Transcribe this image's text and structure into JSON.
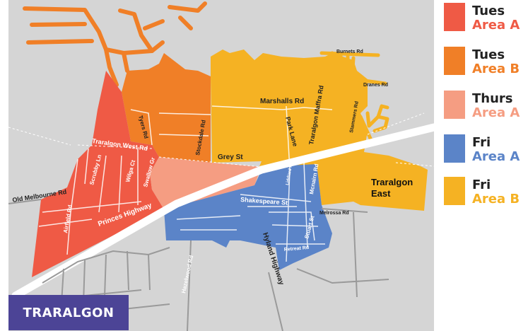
{
  "legend": [
    {
      "day": "Tues",
      "area": "Area A",
      "color": "#ef5a45",
      "text_color": "#ef5a45"
    },
    {
      "day": "Tues",
      "area": "Area B",
      "color": "#f07f27",
      "text_color": "#f07f27"
    },
    {
      "day": "Thurs",
      "area": "Area A",
      "color": "#f59d82",
      "text_color": "#f59d82"
    },
    {
      "day": "Fri",
      "area": "Area A",
      "color": "#5b84c8",
      "text_color": "#5b84c8"
    },
    {
      "day": "Fri",
      "area": "Area B",
      "color": "#f5b223",
      "text_color": "#f5b223"
    }
  ],
  "town_name": "TRARALGON",
  "town_box_color": "#4c4496",
  "map_background": "#d5d5d5",
  "labels": {
    "burnets_rd": "Burnets Rd",
    "dranes_rd": "Dranes Rd",
    "marshalls_rd": "Marshalls Rd",
    "traralgon_maffra_rd": "Traralgon Maffra Rd",
    "stammers_rd": "Stammers Rd",
    "park_lane": "Park Lane",
    "tyers_rd": "Tyers Rd",
    "stockdale_rd": "Stockdale Rd",
    "grey_st": "Grey St",
    "traralgon_west_rd": "Traralgon West Rd",
    "scrubby_ln": "Scrubby Ln",
    "wilga_ct": "Wilga Ct",
    "swallow_gr": "Swallow Gr",
    "old_melbourne_rd": "Old Melbourne Rd",
    "airfield_rd": "Airfield Rd",
    "princes_highway": "Princes Highway",
    "liddiard_rd": "Liddiard Rd",
    "mcnairn_rd": "Mcnairn Rd",
    "shakespeare_st": "Shakespeare St",
    "melrossa_rd": "Melrossa Rd",
    "stuart_st": "Stuart St",
    "retreat_rd": "Retreat Rd",
    "hyland_highway": "Hyland Highway",
    "hazelwood_rd": "Hazelwood Rd",
    "traralgon_east": [
      "Traralgon",
      "East"
    ]
  }
}
